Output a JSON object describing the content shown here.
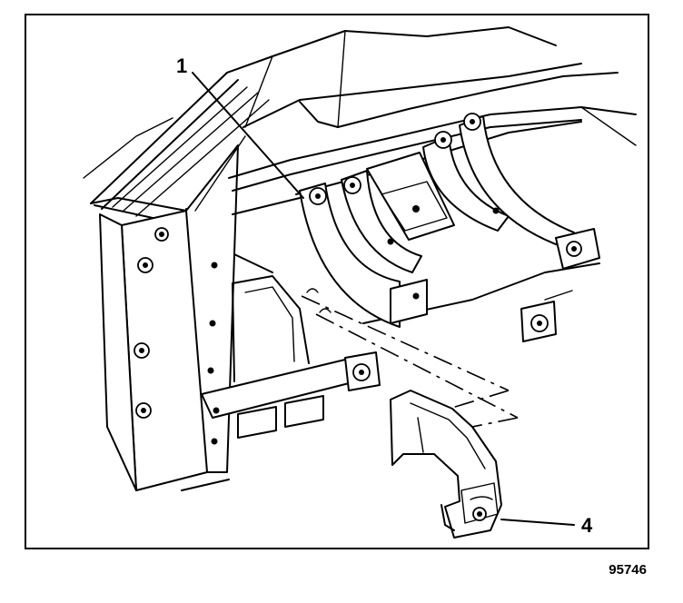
{
  "diagram": {
    "callouts": [
      {
        "id": "callout-1",
        "label": "1"
      },
      {
        "id": "callout-4",
        "label": "4"
      }
    ],
    "figure_number": "95746"
  }
}
